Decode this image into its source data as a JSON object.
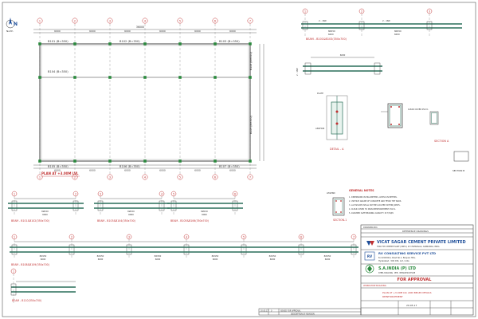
{
  "north": {
    "label": "N",
    "sub": "North"
  },
  "plan": {
    "label": "PLAN AT +3.00M LVL",
    "top_beams": [
      "B101 (B=350)",
      "B102 (B=350)",
      "B103 (B=350)"
    ],
    "bottom_beams": [
      "B105 (B=350)",
      "B106 (B=350)",
      "B107 (B=350)"
    ],
    "left_beam": "B104 (B=350)",
    "right_beams": [
      "B108 (B=350)",
      "B109 (B=350)"
    ],
    "grid_top": [
      "1",
      "2",
      "3",
      "4",
      "5",
      "6",
      "7"
    ],
    "grid_bottom": [
      "1",
      "2",
      "3",
      "4",
      "5",
      "6",
      "7"
    ],
    "dims_top": [
      "6000",
      "6000",
      "6000",
      "6000",
      "6000",
      "6000"
    ],
    "dims_bottom": [
      "6000",
      "6000",
      "6000",
      "6000",
      "6000",
      "6000"
    ],
    "overall": "36000"
  },
  "beam_b101": {
    "label": "BEAM - B101&B103(350x700)",
    "stirrups": "8Ø150",
    "span": "6000",
    "top": "2 - 16Ø",
    "bot": "2 - 16Ø"
  },
  "section_a": {
    "label": "SECTION A",
    "note": "CLEAR COVER 25mm"
  },
  "detail_a": {
    "label": "DETAIL - A",
    "callouts": [
      "PLATE",
      "ANCHOR"
    ]
  },
  "section_b": {
    "label": "SECTION B"
  },
  "bottom_beams": [
    {
      "label": "BEAM - B101&B102(350x700)",
      "grid_a": "1",
      "grid_b": "2",
      "stirrups": "8Ø150",
      "span": "6000"
    },
    {
      "label": "BEAM - B103&B104(350x700)",
      "grid_a": "3",
      "grid_b": "4",
      "stirrups": "8Ø150",
      "span": "6000"
    },
    {
      "label": "BEAM - B105&B106(350x700)",
      "grid_a": "5",
      "grid_b": "6",
      "stirrups": "8Ø150",
      "span": "6000"
    }
  ],
  "section_1": {
    "label": "SECTION-1",
    "legend": "LEGEND"
  },
  "long_beam": {
    "label": "BEAM - B108&B109(350x700)",
    "grids": [
      "1",
      "2",
      "3",
      "4",
      "5",
      "6",
      "7"
    ],
    "stirrups": "8Ø150",
    "span": "6000"
  },
  "column_detail": {
    "label": "BEAM - B110(350x700)",
    "grid": "1"
  },
  "general_notes": {
    "title": "GENERAL NOTES",
    "items": [
      "1. DIMENSIONS IN MILLIMETERS, LEVELS IN METERS.",
      "2. USE M25 GRADE OF CONCRETE AND FE500 TMT BARS.",
      "3. LAP SPLICES SHALL NOT BE LOCATED WITHIN JOINTS.",
      "4. CLEAR COVER TO MAIN REINFORCEMENT 25mm.",
      "5. ASSUMED SAFE BEARING CAPACITY 15 T/SQM."
    ]
  },
  "title_block": {
    "drawing_no": "DRAWING NO.",
    "ref_heading": "REFERENCE DRAWINGS",
    "client": "VICAT SAGAR CEMENT PRIVATE LIMITED",
    "client_addr": "TOKO TPC CEMENT PLANT (UNIT-1) AT CHATRASALA, KARNATAKA, INDIA",
    "consultant": "RV CONSULTING SERVICE PVT LTD",
    "consultant_addr1": "8-2-293/82/A, Road No.1, Banjara Hills,",
    "consultant_addr2": "Hyderabad - 500 034, A.P., India",
    "contractor": "S.A.INDIA (P) LTD",
    "contractor_sub": "STEEL BUILDING · PEB · INFRASTRUCTURE",
    "status": "FOR APPROVAL",
    "project": "WORKSHOP BUILDING",
    "title_line1": "PLAN AT +3.00M LVL AND  BEAM DETAILS",
    "title_line2": "REINFORCEMENT",
    "rev_date": "20.05.17",
    "rev_desc": "ISSUED FOR APPROVAL",
    "rev_no": "0",
    "sheet_date": "20.05.17",
    "description_header": "DESCRIPTION OF REVISION"
  },
  "colors": {
    "beam": "#2a6f5a",
    "grid": "#8c8c8c",
    "red_marker": "#c03030",
    "logo_blue": "#1f4f9a",
    "logo_green": "#2b8a3e"
  }
}
